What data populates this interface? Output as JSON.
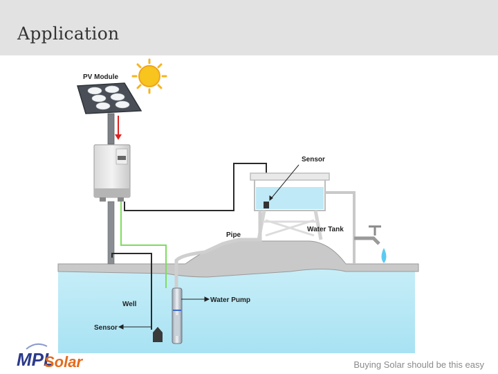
{
  "page": {
    "title": "Application"
  },
  "diagram": {
    "labels": {
      "pv_module": "PV Module",
      "sensor_tank": "Sensor",
      "water_tank": "Water Tank",
      "pipe": "Pipe",
      "well": "Well",
      "water_pump": "Water Pump",
      "sensor_well": "Sensor"
    }
  },
  "footer": {
    "logo_text": "Solar",
    "tagline": "Buying Solar should be this easy"
  }
}
